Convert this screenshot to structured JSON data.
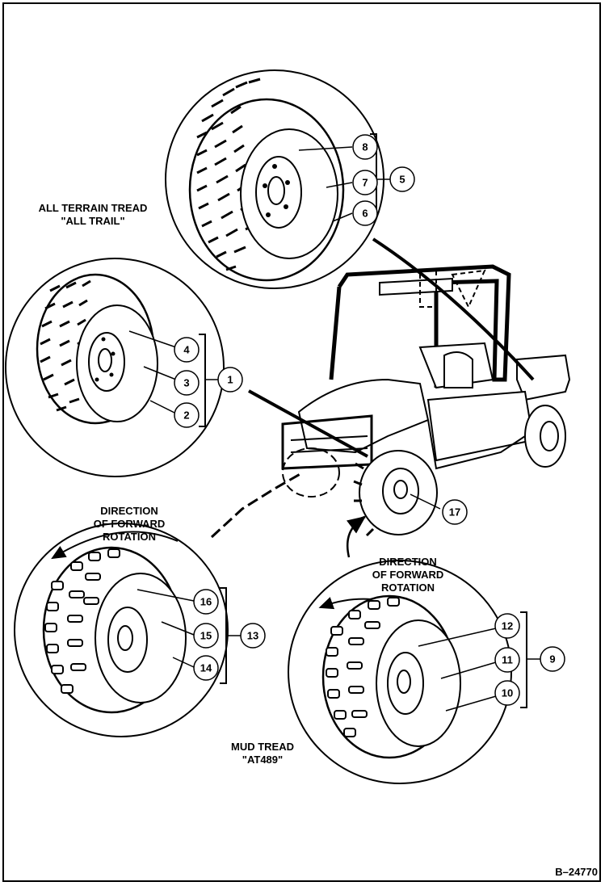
{
  "labels": {
    "all_terrain_line1": "ALL TERRAIN TREAD",
    "all_terrain_line2": "\"ALL TRAIL\"",
    "dir_left_1": "DIRECTION",
    "dir_left_2": "OF FORWARD",
    "dir_left_3": "ROTATION",
    "dir_right_1": "DIRECTION",
    "dir_right_2": "OF FORWARD",
    "dir_right_3": "ROTATION",
    "mud_line1": "MUD TREAD",
    "mud_line2": "\"AT489\"",
    "figure_code": "B–24770"
  },
  "callouts": {
    "c1": "1",
    "c2": "2",
    "c3": "3",
    "c4": "4",
    "c5": "5",
    "c6": "6",
    "c7": "7",
    "c8": "8",
    "c9": "9",
    "c10": "10",
    "c11": "11",
    "c12": "12",
    "c13": "13",
    "c14": "14",
    "c15": "15",
    "c16": "16",
    "c17": "17"
  }
}
